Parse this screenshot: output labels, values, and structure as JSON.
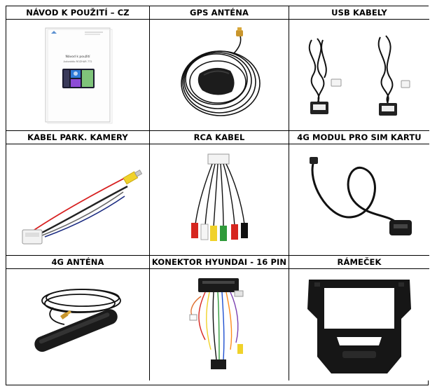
{
  "items": [
    {
      "label": "NÁVOD K POUŽITÍ – CZ",
      "icon": "manual-document-icon"
    },
    {
      "label": "GPS ANTÉNA",
      "icon": "gps-antenna-icon"
    },
    {
      "label": "USB KABELY",
      "icon": "usb-cables-icon"
    },
    {
      "label": "KABEL PARK. KAMERY",
      "icon": "parking-camera-cable-icon"
    },
    {
      "label": "RCA KABEL",
      "icon": "rca-cable-icon"
    },
    {
      "label": "4G MODUL PRO SIM KARTU",
      "icon": "sim-module-icon"
    },
    {
      "label": "4G ANTÉNA",
      "icon": "4g-antenna-icon"
    },
    {
      "label": "KONEKTOR HYUNDAI - 16 PIN",
      "icon": "hyundai-connector-icon"
    },
    {
      "label": "RÁMEČEK",
      "icon": "dash-frame-icon"
    }
  ],
  "manual": {
    "title": "Návod k použití",
    "subtitle": "Autorádio ROZHAR 772"
  }
}
